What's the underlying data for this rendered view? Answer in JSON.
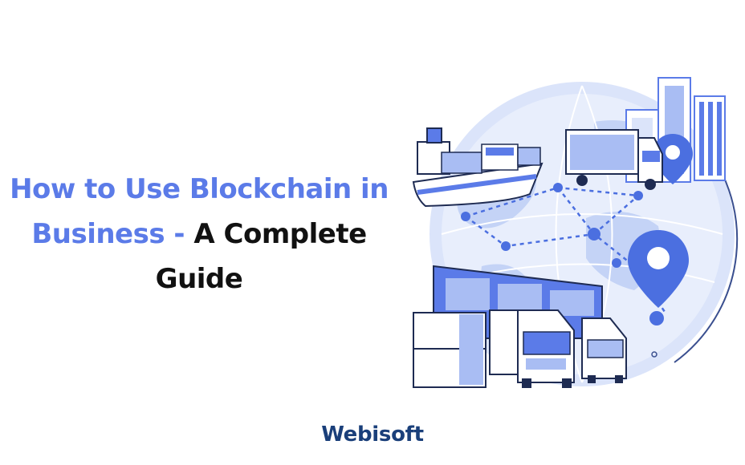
{
  "headline": {
    "line1": "How to Use Blockchain in",
    "line2_highlight": "Business - ",
    "line2_rest": "A Complete",
    "line3": "Guide"
  },
  "brand": {
    "name": "Webisoft"
  },
  "colors": {
    "accent_blue": "#5b7be8",
    "light_blue": "#c9d6f7",
    "headline_dark": "#111111",
    "brand_navy": "#1a3f7a"
  },
  "illustration": {
    "elements": [
      "globe-icon",
      "ship-icon",
      "truck-icon",
      "warehouse-icon",
      "location-pin-icon",
      "buildings-icon"
    ]
  }
}
